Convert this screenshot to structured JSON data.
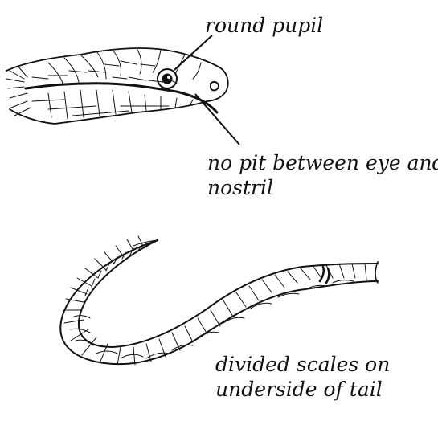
{
  "labels": {
    "pupil": "round pupil",
    "pit_line1": "no pit between eye and",
    "pit_line2": "nostril",
    "scales_line1": "divided scales on",
    "scales_line2": "underside of tail"
  },
  "colors": {
    "ink": "#111111",
    "background": "#ffffff"
  }
}
